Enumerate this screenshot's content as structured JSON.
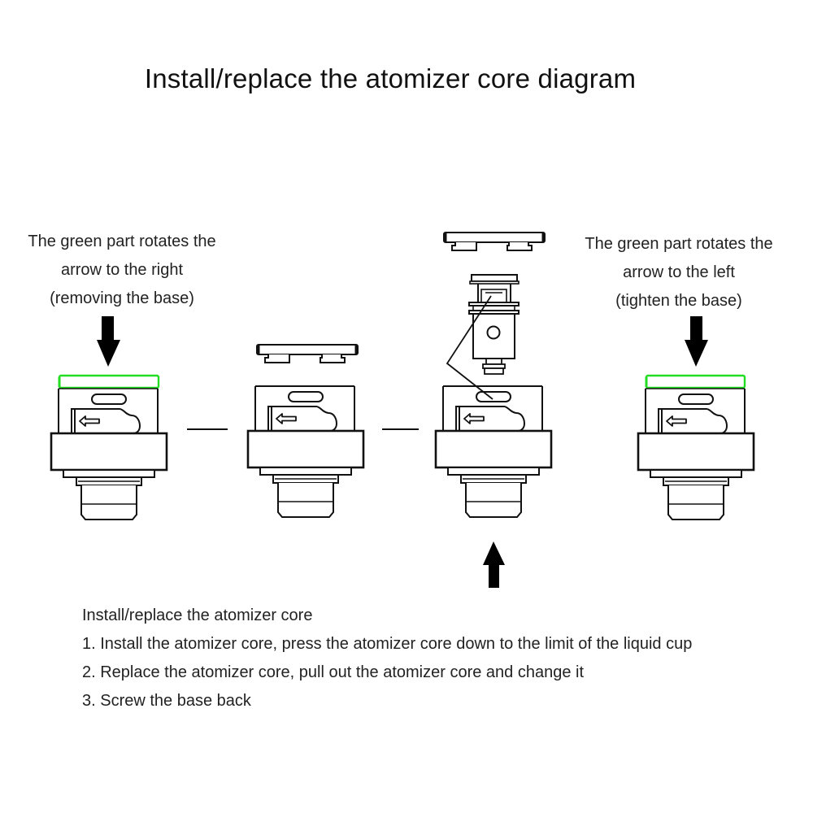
{
  "title": "Install/replace the atomizer core diagram",
  "captions": {
    "left": {
      "lines": [
        "The green part rotates the",
        "arrow to the right",
        "(removing the base)"
      ]
    },
    "right": {
      "lines": [
        "The green part rotates the",
        "arrow to the left",
        "(tighten the base)"
      ]
    }
  },
  "instructions": {
    "heading": "Install/replace the atomizer core",
    "steps": [
      "1. Install the atomizer core, press the atomizer core down to the limit of the liquid cup",
      "2. Replace the atomizer core, pull out the atomizer core and change it",
      "3. Screw the base back"
    ]
  },
  "colors": {
    "highlight": "#22dd22",
    "line": "#111111",
    "background": "#ffffff"
  },
  "figures": [
    {
      "step": "remove-base",
      "has_green_cap": true,
      "arrow": "down"
    },
    {
      "step": "cap-removed",
      "has_green_cap": false,
      "lid_detached": true
    },
    {
      "step": "insert-core",
      "has_green_cap": false,
      "lid_detached": true,
      "core_shown": true,
      "arrow": "up"
    },
    {
      "step": "tighten-base",
      "has_green_cap": true,
      "arrow": "down"
    }
  ]
}
